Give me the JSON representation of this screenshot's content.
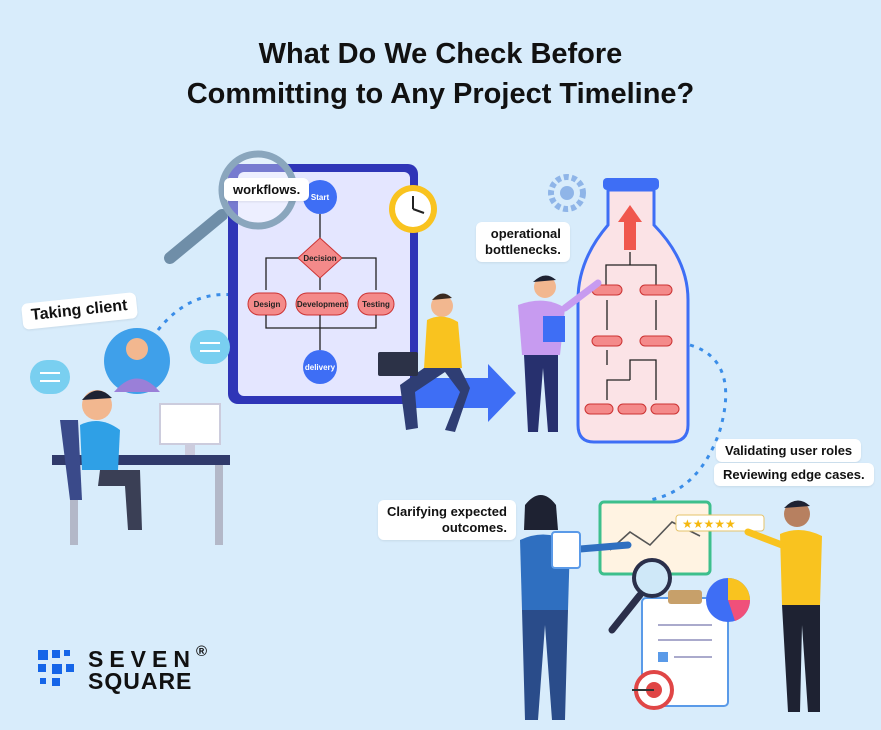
{
  "title": {
    "line1": "What Do We Check Before",
    "line2": "Committing to Any Project Timeline?"
  },
  "labels": {
    "taking_client": "Taking client",
    "workflows": "workflows.",
    "operational": "operational",
    "bottlenecks": "bottlenecks.",
    "validating": "Validating user roles",
    "reviewing": "Reviewing edge cases.",
    "clarifying": "Clarifying expected",
    "outcomes": "outcomes."
  },
  "flowchart": {
    "start": "Start",
    "decision": "Decision",
    "design": "Design",
    "development": "Development",
    "testing": "Testing",
    "delivery": "delivery"
  },
  "logo": {
    "line1": "SEVEN",
    "line2": "SQUARE",
    "reg": "®"
  },
  "colors": {
    "background": "#d8ecfb",
    "board": "#2f35b7",
    "accent_blue": "#3e6ef5",
    "node_pink": "#f48a8a",
    "clock_yellow": "#f9c31f",
    "logo_blue": "#1565e8"
  }
}
